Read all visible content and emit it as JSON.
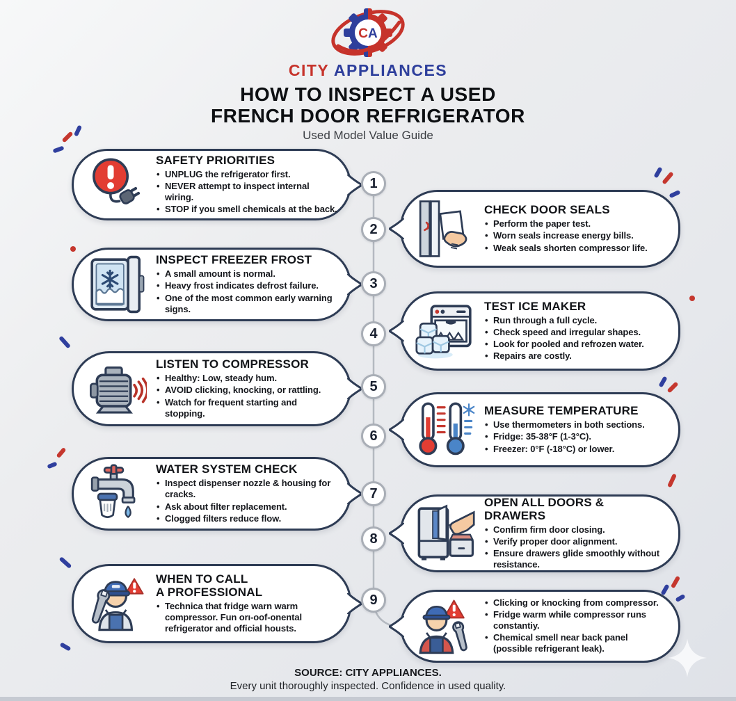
{
  "header": {
    "logo_monogram": "CA",
    "brand_first": "CITY",
    "brand_second": "APPLIANCES",
    "title_line1": "HOW TO INSPECT A USED",
    "title_line2": "FRENCH DOOR REFRIGERATOR",
    "subtitle": "Used Model Value Guide"
  },
  "timeline": {
    "numbers": [
      "1",
      "2",
      "3",
      "4",
      "5",
      "6",
      "7",
      "8",
      "9"
    ]
  },
  "cards": [
    {
      "icon": "warning-plug-icon",
      "title": "SAFETY PRIORITIES",
      "bullets": [
        "UNPLUG the refrigerator first.",
        "NEVER attempt to inspect internal wiring.",
        "STOP if you smell chemicals at the back."
      ]
    },
    {
      "icon": "door-seal-paper-icon",
      "title": "CHECK DOOR SEALS",
      "bullets": [
        "Perform the paper test.",
        "Worn seals increase energy bills.",
        "Weak seals shorten compressor life."
      ]
    },
    {
      "icon": "freezer-frost-icon",
      "title": "INSPECT FREEZER FROST",
      "bullets": [
        "A small amount is normal.",
        "Heavy frost indicates defrost failure.",
        "One of the most common early warning signs."
      ]
    },
    {
      "icon": "ice-maker-icon",
      "title": "TEST ICE MAKER",
      "bullets": [
        "Run through a full cycle.",
        "Check speed and irregular shapes.",
        "Look for pooled and refrozen water.",
        "Repairs are costly."
      ]
    },
    {
      "icon": "compressor-sound-icon",
      "title": "LISTEN TO COMPRESSOR",
      "bullets": [
        "Healthy: Low, steady hum.",
        "AVOID clicking, knocking, or rattling.",
        "Watch for frequent starting and stopping."
      ]
    },
    {
      "icon": "thermometers-icon",
      "title": "MEASURE TEMPERATURE",
      "bullets": [
        "Use thermometers in both sections.",
        "Fridge: 35-38°F (1-3°C).",
        "Freezer: 0°F (-18°C) or lower."
      ]
    },
    {
      "icon": "faucet-filter-icon",
      "title": "WATER SYSTEM CHECK",
      "bullets": [
        "Inspect dispenser nozzle & housing for cracks.",
        "Ask about filter replacement.",
        "Clogged filters reduce flow."
      ]
    },
    {
      "icon": "fridge-door-hand-icon",
      "title": "OPEN ALL DOORS & DRAWERS",
      "bullets": [
        "Confirm firm door closing.",
        "Verify proper door alignment.",
        "Ensure drawers glide smoothly without resistance."
      ]
    },
    {
      "icon": "technician-wrench-icon",
      "title": "WHEN TO CALL\nA PROFESSIONAL",
      "bullets": [
        "Technica that fridge warn warm compressor. Fun orı-oof-onental refrigerator and official housts."
      ]
    },
    {
      "icon": "technician-alert-icon",
      "title": "",
      "bullets": [
        "Clicking or knocking from compressor.",
        "Fridge warm while compressor runs constantiy.",
        "Chemical smell near back panel (possible refrigerant leak)."
      ]
    }
  ],
  "footer": {
    "source": "SOURCE: CITY APPLIANCES.",
    "tagline": "Every unit thoroughly inspected. Confidence in used quality."
  },
  "colors": {
    "accent_red": "#c5372e",
    "accent_blue": "#2f3f9e",
    "card_border": "#2e3c55"
  }
}
